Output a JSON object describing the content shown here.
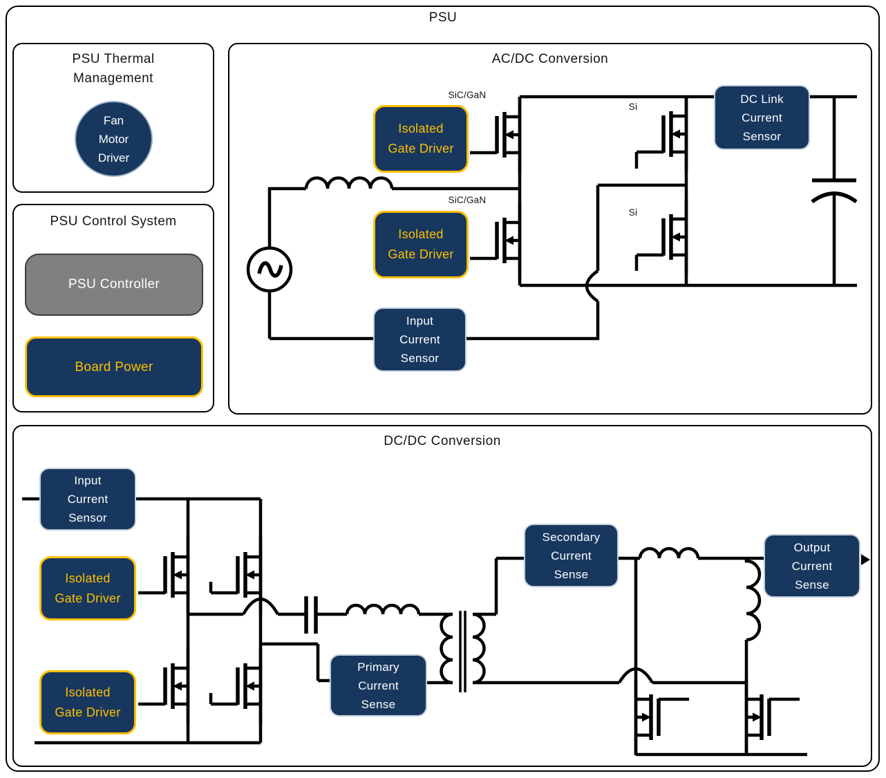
{
  "psu_title": "PSU",
  "colors": {
    "navy": "#17375E",
    "gold": "#FFC000",
    "gray": "#808080",
    "wire": "#000000"
  },
  "thermal": {
    "title": "PSU Thermal\nManagement",
    "fan_motor_driver": "Fan\nMotor\nDriver"
  },
  "control": {
    "title": "PSU Control System",
    "controller": "PSU Controller",
    "board_power": "Board Power"
  },
  "acdc": {
    "title": "AC/DC Conversion",
    "gate_driver_1": "Isolated\nGate Driver",
    "gate_driver_2": "Isolated\nGate Driver",
    "label_sic_gan_1": "SiC/GaN",
    "label_sic_gan_2": "SiC/GaN",
    "label_si_1": "Si",
    "label_si_2": "Si",
    "dc_link_sensor": "DC Link\nCurrent\nSensor",
    "input_sensor": "Input\nCurrent\nSensor"
  },
  "dcdc": {
    "title": "DC/DC Conversion",
    "input_sensor": "Input\nCurrent\nSensor",
    "gate_driver_1": "Isolated\nGate Driver",
    "gate_driver_2": "Isolated\nGate Driver",
    "primary_sense": "Primary\nCurrent\nSense",
    "secondary_sense": "Secondary\nCurrent\nSense",
    "output_sense": "Output\nCurrent\nSense"
  }
}
